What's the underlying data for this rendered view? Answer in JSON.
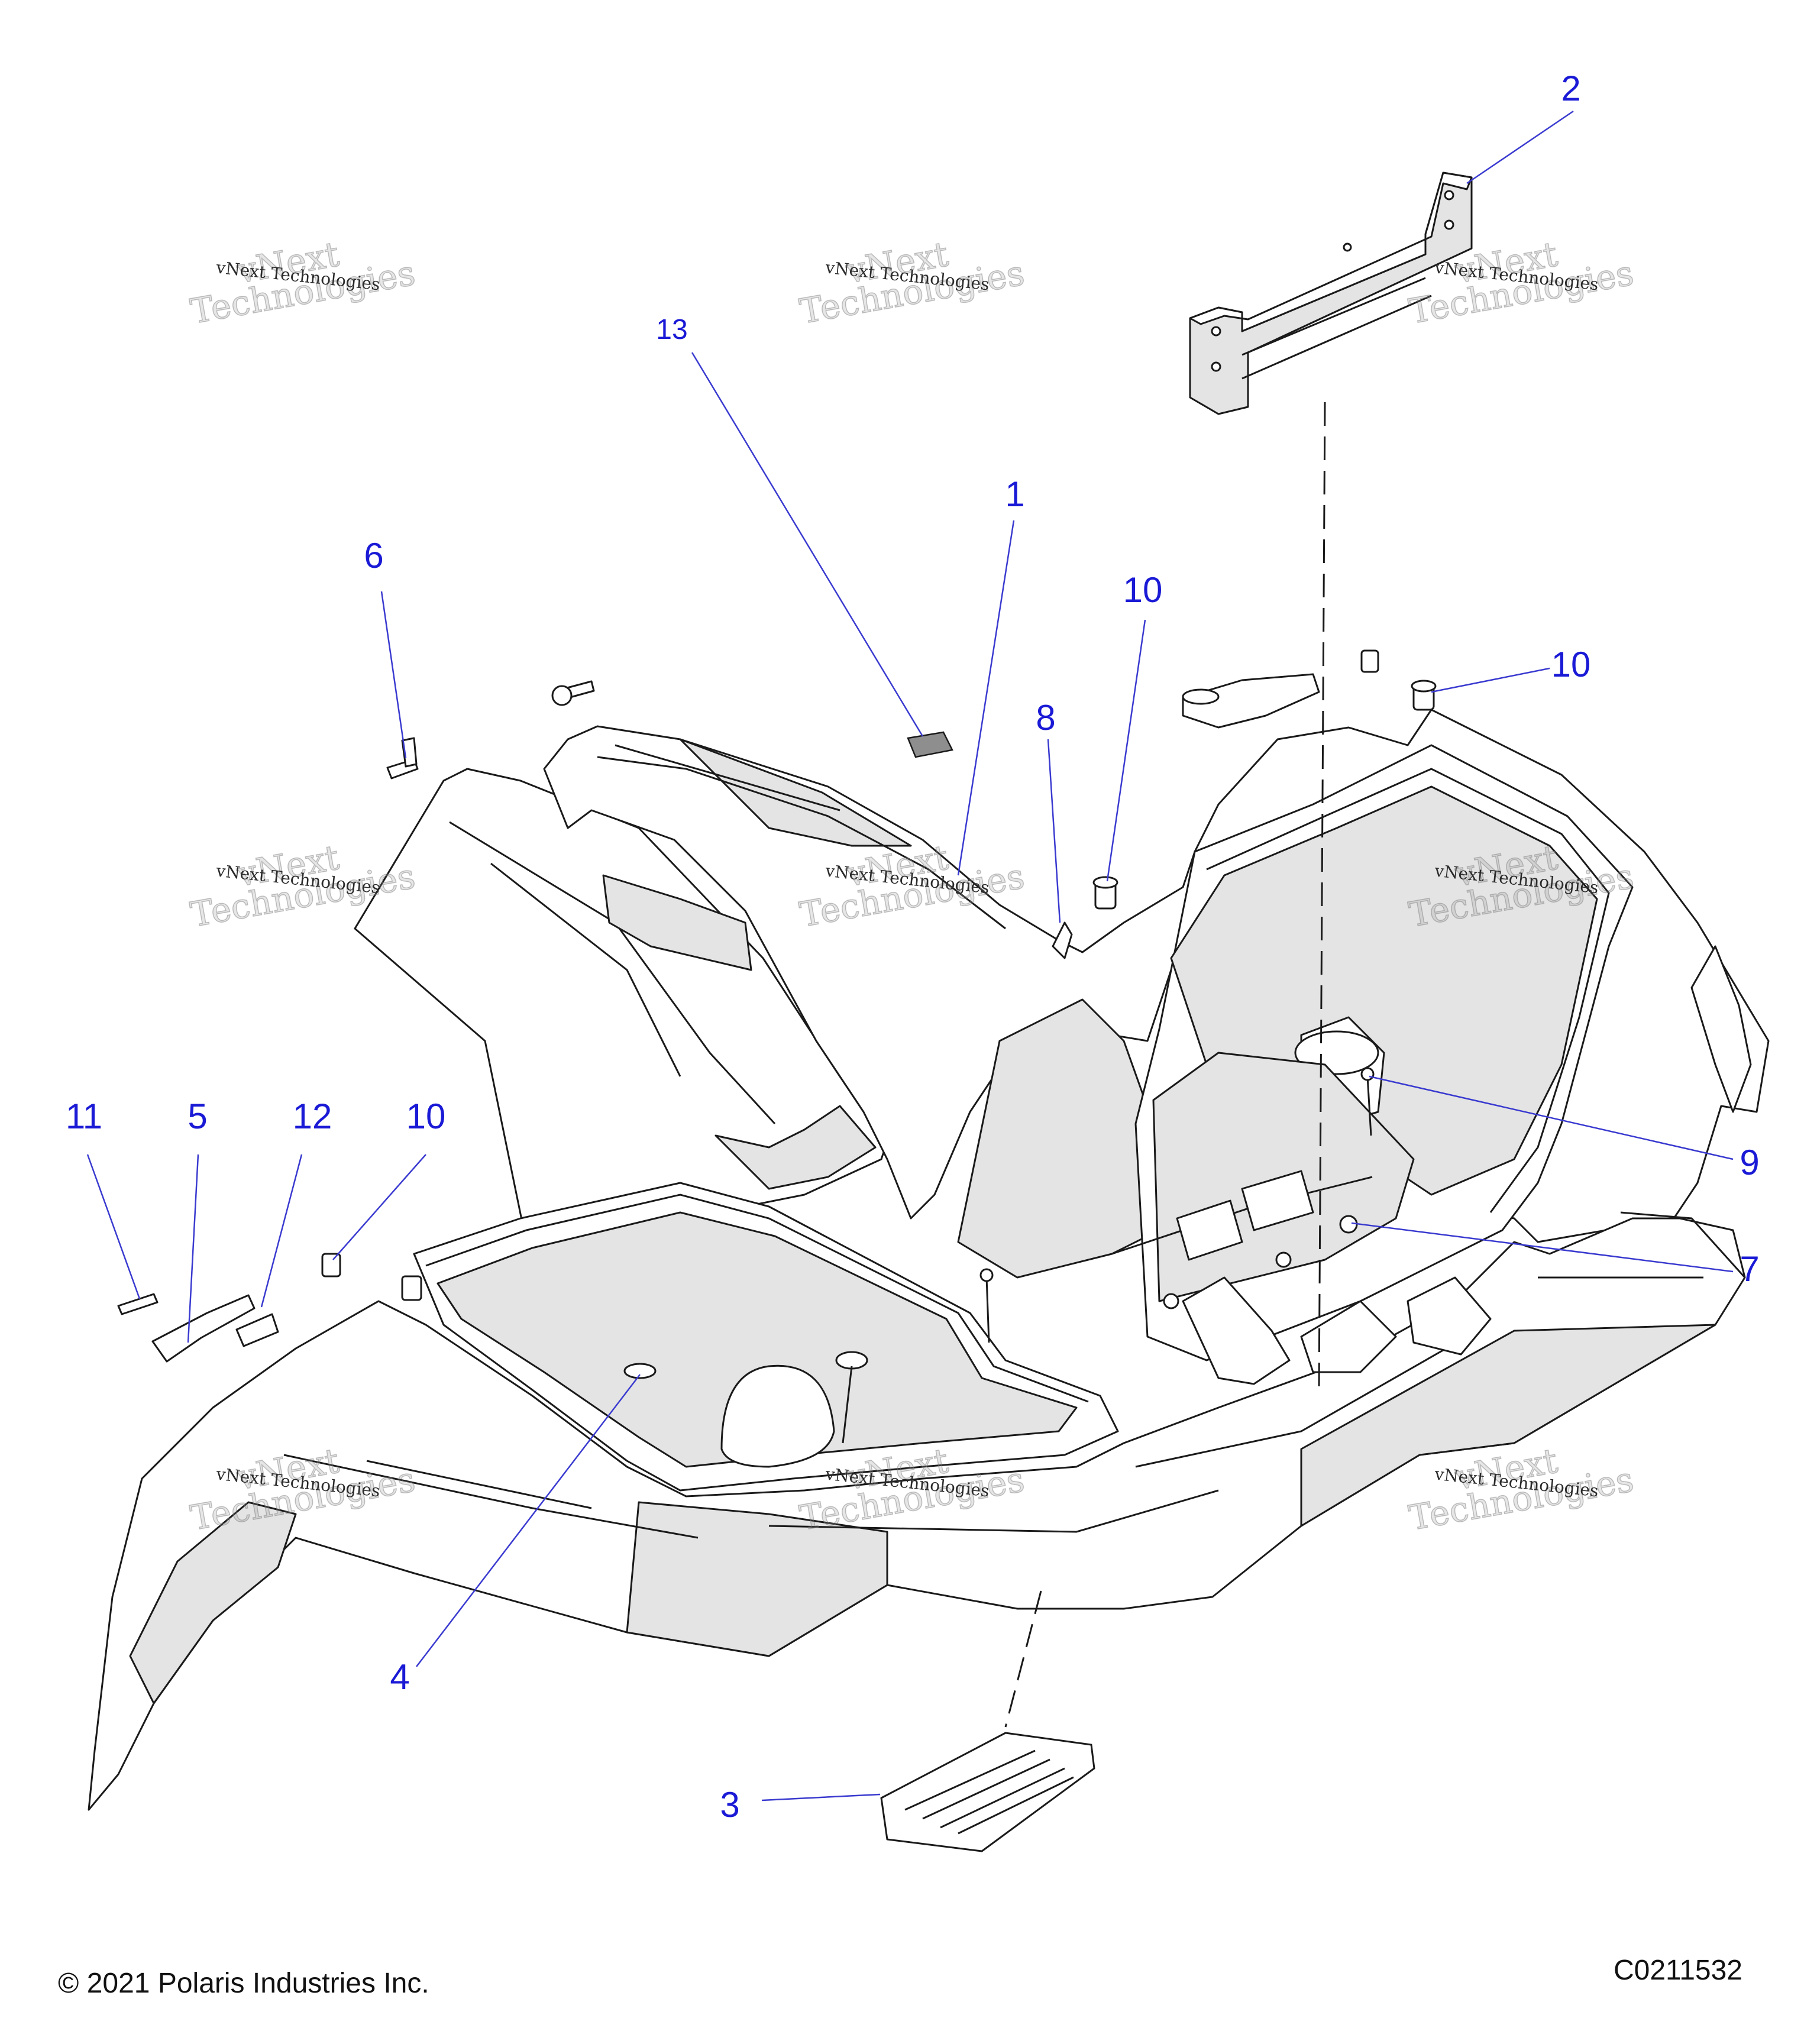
{
  "callouts": {
    "c1": "1",
    "c2": "2",
    "c3": "3",
    "c4": "4",
    "c5": "5",
    "c6": "6",
    "c7": "7",
    "c8": "8",
    "c9": "9",
    "c10a": "10",
    "c10b": "10",
    "c10c": "10",
    "c11": "11",
    "c12": "12",
    "c13": "13"
  },
  "watermark": {
    "big_line1": "vNext",
    "big_line2": "Technologies",
    "small": "vNext Technologies"
  },
  "footer": {
    "copyright": "© 2021 Polaris Industries Inc.",
    "diagram_id": "C0211532"
  },
  "colors": {
    "callout_text": "#1a1ad6",
    "leader_line": "#3a3ad0",
    "part_stroke": "#1a1a1a",
    "part_fill": "#ffffff",
    "shade_fill": "#e4e4e4"
  }
}
